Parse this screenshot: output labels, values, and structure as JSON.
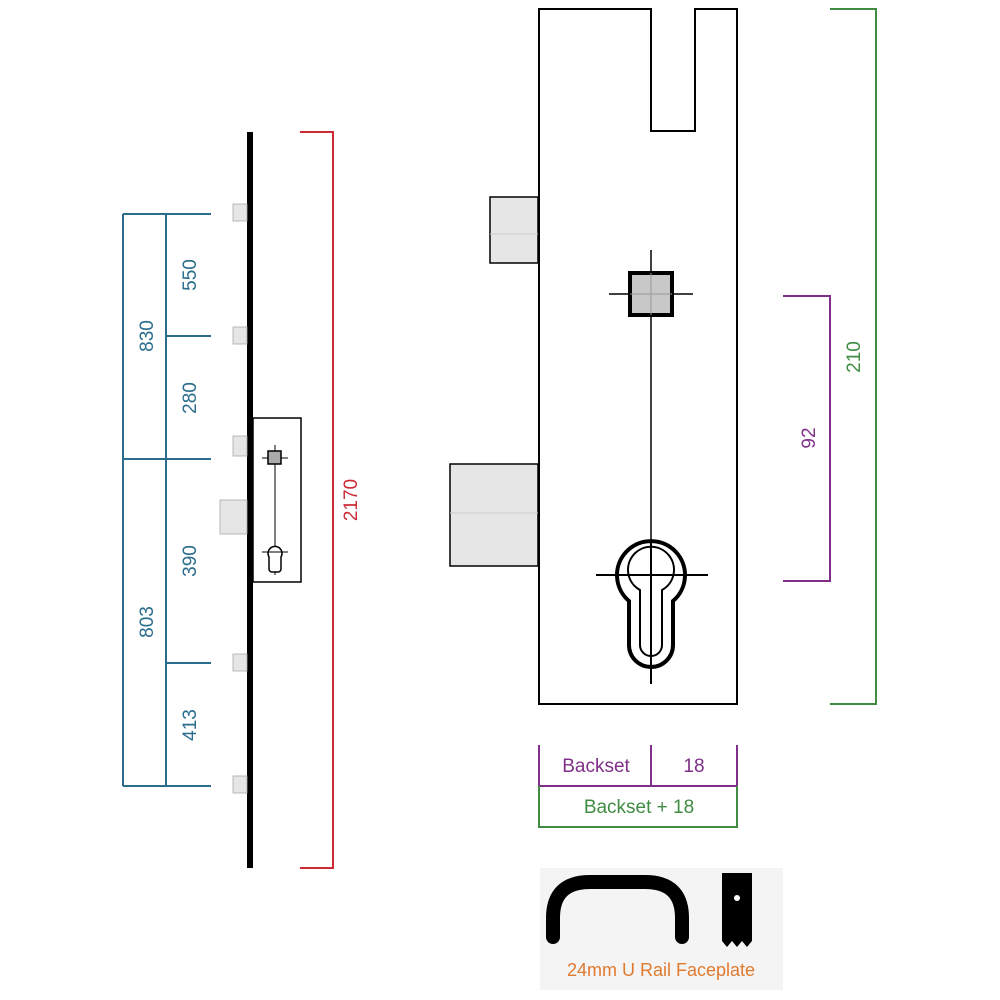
{
  "colors": {
    "blue": "#2a6c8c",
    "red": "#cc2b36",
    "green": "#3f8c42",
    "purple": "#7f2f87",
    "orange": "#e07a2f",
    "ink": "#000000",
    "panel": "#f4f4f4"
  },
  "left_view": {
    "overall_height": "2170",
    "outer_dims": [
      "830",
      "803"
    ],
    "inner_dims": [
      "550",
      "280",
      "390",
      "413"
    ]
  },
  "right_view": {
    "handle_to_cylinder": "92",
    "case_height": "210",
    "backset_label": "Backset",
    "faceplate_offset": "18",
    "backset_total": "Backset + 18"
  },
  "faceplate_panel": {
    "caption": "24mm U Rail Faceplate"
  }
}
